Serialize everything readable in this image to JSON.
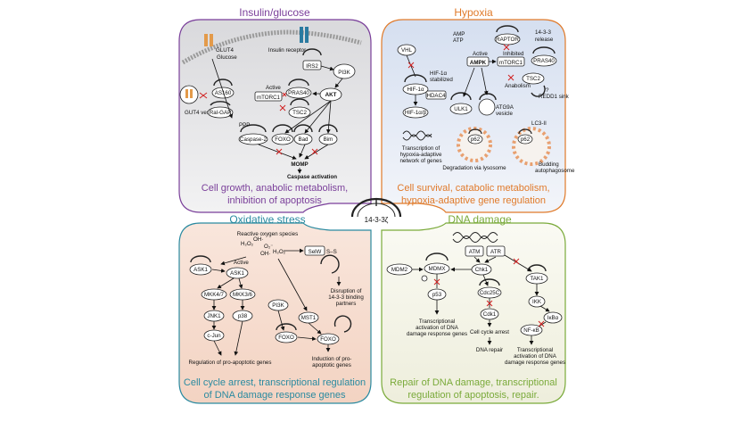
{
  "colors": {
    "insulin": "#7a3f9a",
    "hypoxia": "#e07a2a",
    "oxidative": "#2a8aa0",
    "dna": "#7aaa3a",
    "inhibit": "#d02020",
    "bg_insulin": "#e7e7e9",
    "bg_hypoxia": "#dfe6f2",
    "bg_oxidative": "#f6ddd0",
    "bg_dna": "#f2f2e6"
  },
  "center": {
    "label": "14-3-3ζ"
  },
  "insulin": {
    "title": "Insulin/glucose",
    "summary": [
      "Cell growth, anabolic metabolism,",
      "inhibition of apoptosis"
    ],
    "labels": {
      "glut4": "GLUT4",
      "glucose": "Glucose",
      "insulin_receptor": "Insulin receptor",
      "irs2": "IRS2",
      "pi3k": "PI3K",
      "as160": "AS160",
      "ralgap": "Ral-GAP",
      "glut4_vesicle": "GUT4 vesicle",
      "ppp": "PPP",
      "active": "Active",
      "mtorc1": "mTORC1",
      "pras40": "PRAS40",
      "akt": "AKT",
      "tsc2": "TSC2",
      "caspase2": "Caspase-2",
      "foxo": "FOXO",
      "bad": "Bad",
      "bim": "Bim",
      "momp": "MOMP",
      "caspase_act": "Caspase activation"
    }
  },
  "hypoxia": {
    "title": "Hypoxia",
    "summary": [
      "Cell survival, catabolic metabolism,",
      "hypoxia-adaptive gene regulation"
    ],
    "labels": {
      "vhl": "VHL",
      "amp": "AMP",
      "atp": "ATP",
      "raptor": "RAPTOR",
      "release": "14-3-3",
      "release2": "release",
      "active": "Active",
      "ampk": "AMPK",
      "inhibited": "Inhibited",
      "mtorc1": "mTORC1",
      "pras40": "PRAS40",
      "hif1a_stab1": "HIF-1α",
      "hif1a_stab2": "stabilized",
      "hif1a": "HIF-1α",
      "hdac4": "HDAC4",
      "anabolism": "Anabolism",
      "tsc2": "TSC2",
      "redd1": "REDD1 sink",
      "q": "?",
      "ulk1": "ULK1",
      "atg9a": "ATG9A",
      "vesicle": "vesicle",
      "hif1b": "HIF-1α/β",
      "lc3": "LC3-II",
      "p62a": "p62",
      "p62b": "p62",
      "transcription": [
        "Transcription of",
        "hypoxia-adaptive",
        "network of genes"
      ],
      "degradation": "Degradation via lysosome",
      "budding": [
        "Budding",
        "autophagosome"
      ]
    }
  },
  "oxidative": {
    "title": "Oxidative stress",
    "summary": [
      "Cell cycle arrest, transcriptional regulation",
      "of DNA damage response genes"
    ],
    "labels": {
      "ros": "Reactive oxygen species",
      "h2o2a": "H₂O₂",
      "oh1": "OH·",
      "o2": "O₂⁻",
      "oh2": "OH·",
      "h2o2b": "H₂O₂",
      "selw": "SelW",
      "s": "S–S",
      "ask1a": "ASK1",
      "active": "Active",
      "ask1b": "ASK1",
      "mkk47": "MKK4/7",
      "mkk36": "MKK3/6",
      "pi3k": "PI3K",
      "mst1": "MST1",
      "jnk1": "JNK1",
      "p38": "p38",
      "cjun": "c-Jun",
      "foxo1": "FOXO",
      "foxo2": "FOXO",
      "disruption": [
        "Disruption of",
        "14-3-3 binding",
        "partners"
      ],
      "induction": [
        "Induction of pro-",
        "apoptotic genes"
      ],
      "regulation": "Regulation of pro-apoptotic genes"
    }
  },
  "dna": {
    "title": "DNA damage",
    "summary": [
      "Repair of DNA damage, transcriptional",
      "regulation of apoptosis, repair."
    ],
    "labels": {
      "atm": "ATM",
      "atr": "ATR",
      "mdm2": "MDM2",
      "mdmx": "MDMX",
      "chk1": "Chk1",
      "tak1": "TAK1",
      "p53": "p53",
      "cdc25c": "Cdc25C",
      "ikk": "IKK",
      "ikba": "IκBα",
      "nfkb": "NF-κB",
      "cdk1": "Cdk1",
      "trans1": [
        "Transcriptional",
        "activation of DNA",
        "damage response genes"
      ],
      "arrest": "Cell cycle arrest",
      "repair": "DNA repair",
      "trans2": [
        "Transcriptional",
        "activation of DNA",
        "damage response genes"
      ]
    }
  }
}
